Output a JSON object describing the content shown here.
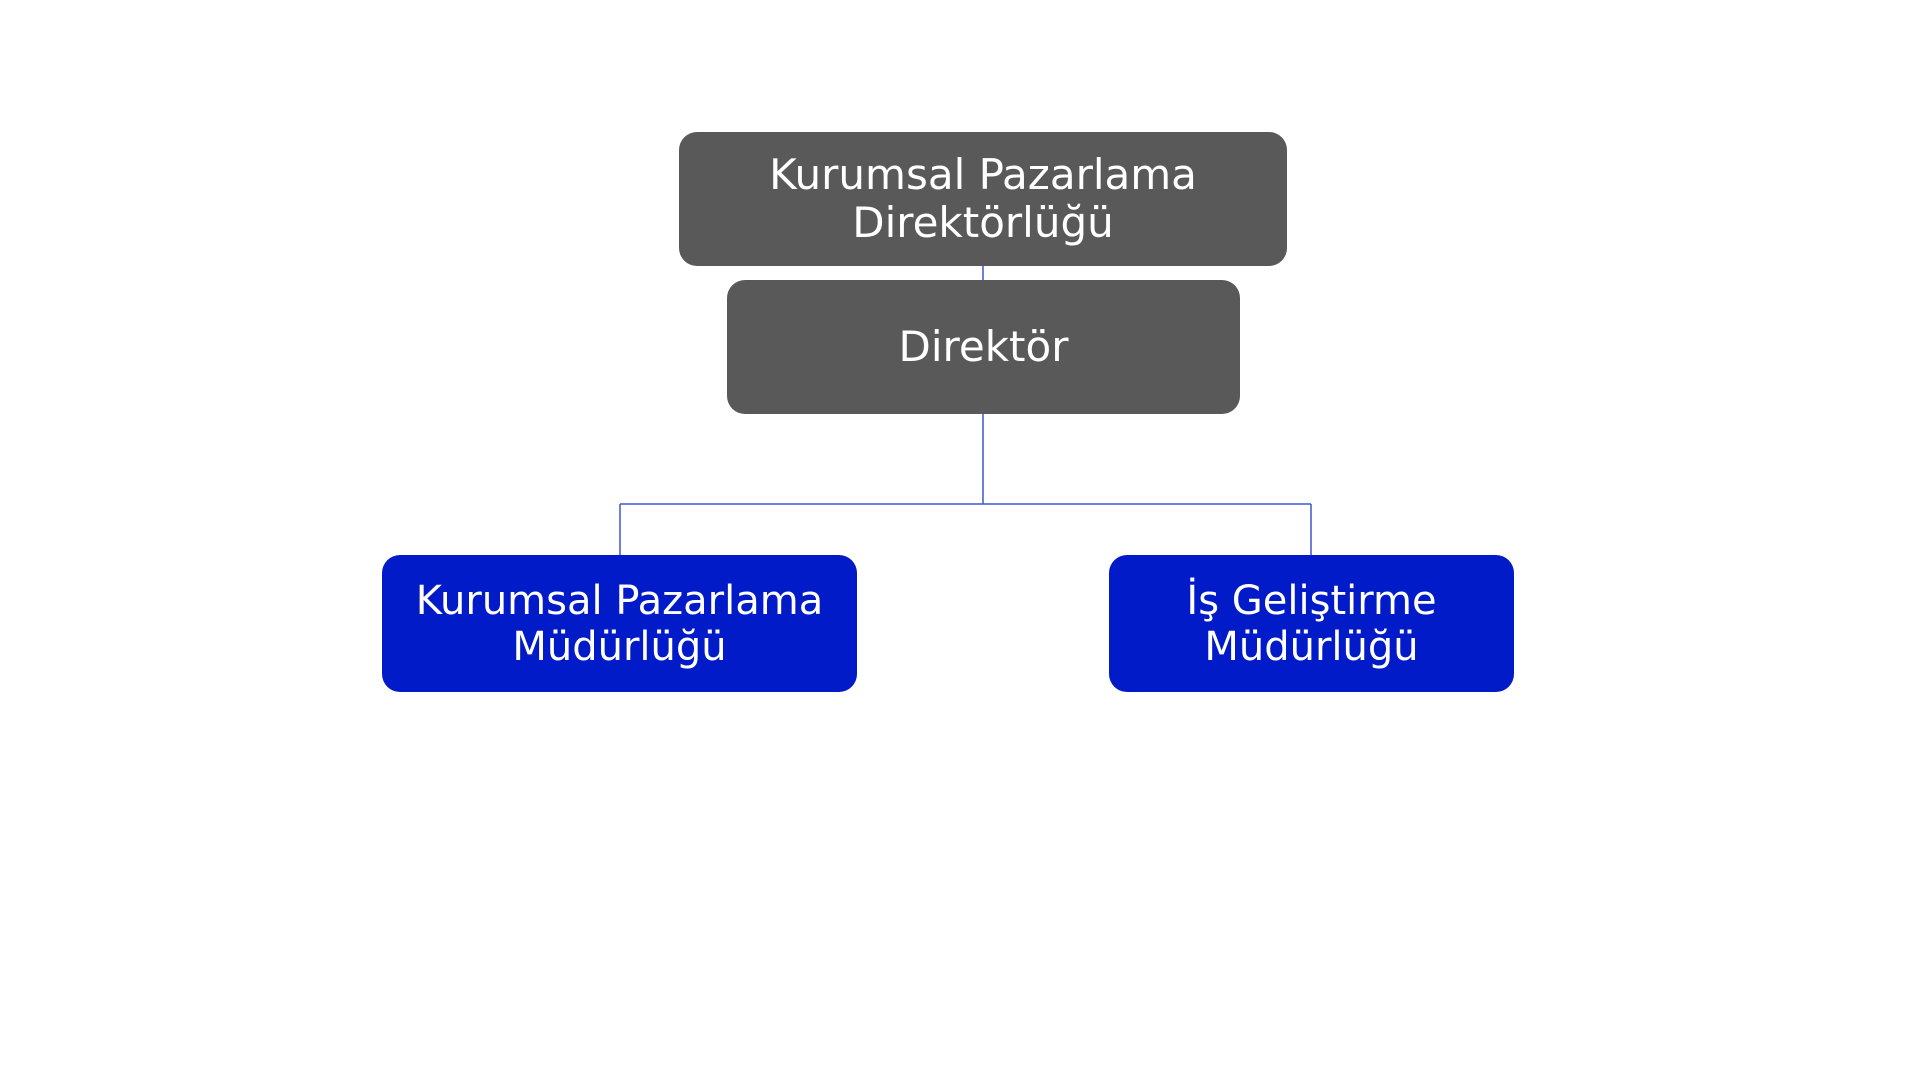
{
  "nodes": {
    "division": {
      "label": "Kurumsal Pazarlama\nDirektörlüğü",
      "color": "#595959"
    },
    "director": {
      "label": "Direktör",
      "color": "#595959"
    },
    "corporate_marketing": {
      "label": "Kurumsal Pazarlama\nMüdürlüğü",
      "color": "#001bc7"
    },
    "business_development": {
      "label": "İş Geliştirme\nMüdürlüğü",
      "color": "#001bc7"
    }
  },
  "edges": [
    {
      "from": "division",
      "to": "director"
    },
    {
      "from": "director",
      "to": "corporate_marketing"
    },
    {
      "from": "director",
      "to": "business_development"
    }
  ],
  "connector_color": "#3f56d1"
}
